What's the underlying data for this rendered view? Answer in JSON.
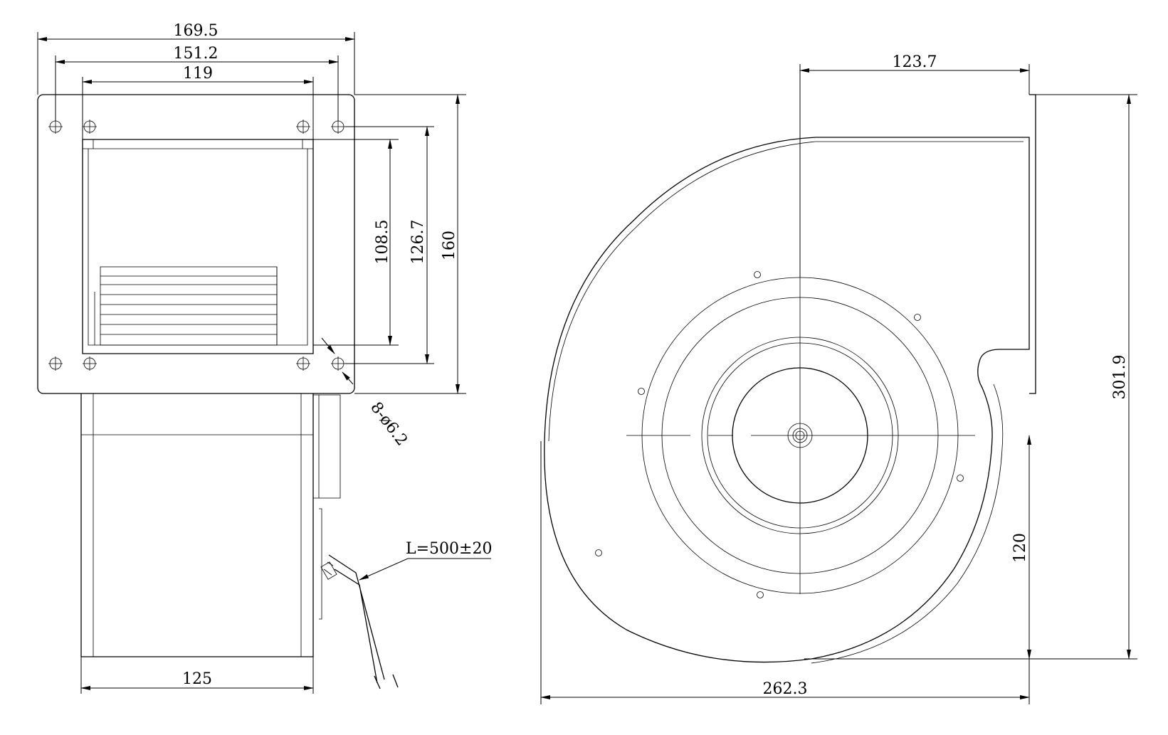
{
  "drawing": {
    "front_view": {
      "width_overall": "169.5",
      "hole_span_outer": "151.2",
      "hole_span_inner": "119",
      "height_inner": "108.5",
      "height_holes": "126.7",
      "height_overall": "160",
      "holes_note": "8-ø6.2",
      "cable_note": "L=500±20",
      "body_width": "125"
    },
    "side_view": {
      "outlet_offset": "123.7",
      "height_overall": "301.9",
      "axis_height": "120",
      "width_overall": "262.3"
    }
  }
}
